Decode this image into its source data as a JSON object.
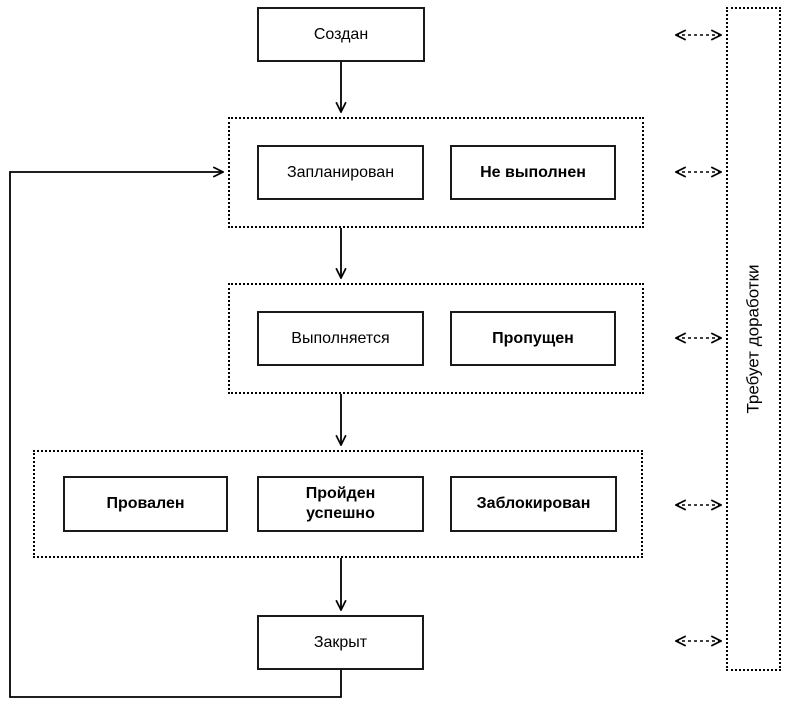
{
  "colors": {
    "ink": "#000000",
    "background": "#ffffff"
  },
  "nodes": {
    "created": "Создан",
    "planned": "Запланирован",
    "not_executed": "Не выполнен",
    "in_progress": "Выполняется",
    "skipped": "Пропущен",
    "failed": "Провален",
    "passed": "Пройден успешно",
    "blocked": "Заблокирован",
    "closed": "Закрыт"
  },
  "side_label": "Требует доработки"
}
